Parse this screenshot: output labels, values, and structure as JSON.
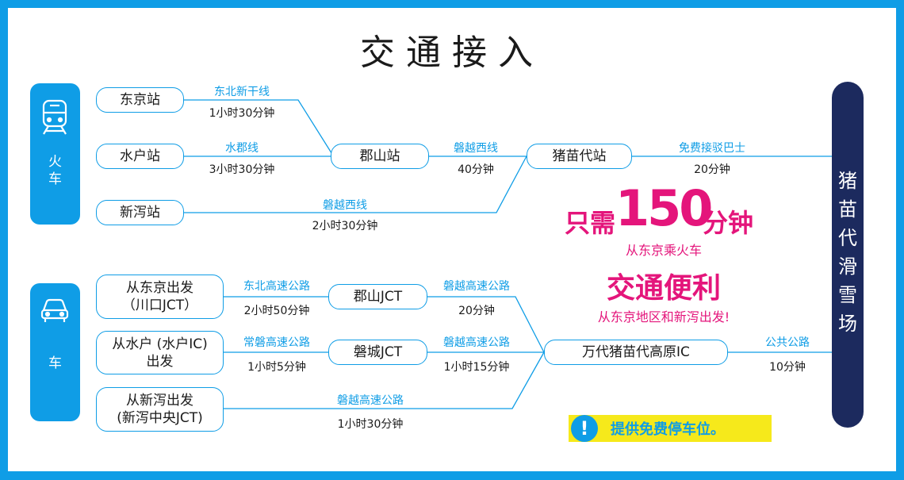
{
  "title": "交通接入",
  "sections": {
    "train_label": "火\n车",
    "car_label": "车"
  },
  "destination": "猪\n苗\n代\n滑\n雪\n场",
  "train": {
    "origins": [
      "东京站",
      "水户站",
      "新泻站"
    ],
    "hub1": "郡山站",
    "hub2": "猪苗代站",
    "routes": {
      "tokyo_line": "东北新干线",
      "tokyo_time": "1小时30分钟",
      "mito_line": "水郡线",
      "mito_time": "3小时30分钟",
      "niigata_line": "磐越西线",
      "niigata_time": "2小时30分钟",
      "koriyama_line": "磐越西线",
      "koriyama_time": "40分钟",
      "bus_line": "免费接驳巴士",
      "bus_time": "20分钟"
    }
  },
  "car": {
    "origin1": "从东京出发\n（川口JCT）",
    "origin2": "从水户 (水户IC)\n出发",
    "origin3": "从新泻出发\n(新泻中央JCT)",
    "jct1": "郡山JCT",
    "jct2": "磐城JCT",
    "ic": "万代猪苗代高原IC",
    "routes": {
      "r1_line": "东北高速公路",
      "r1_time": "2小时50分钟",
      "r2_line": "常磐高速公路",
      "r2_time": "1小时5分钟",
      "r3_line": "磐越高速公路",
      "r3_time": "1小时30分钟",
      "j1_line": "磐越高速公路",
      "j1_time": "20分钟",
      "j2_line": "磐越高速公路",
      "j2_time": "1小时15分钟",
      "ic_line": "公共公路",
      "ic_time": "10分钟"
    }
  },
  "highlights": {
    "only_prefix": "只需",
    "only_num": "150",
    "only_suffix": "分钟",
    "only_sub": "从东京乘火车",
    "convenient": "交通便利",
    "convenient_sub": "从东京地区和新泻出发!"
  },
  "note": {
    "icon": "!",
    "text": "提供免费停车位。"
  },
  "colors": {
    "accent": "#0f9de6",
    "navy": "#1c2a5e",
    "pink": "#e4157b",
    "yellow": "#f6e91b"
  }
}
